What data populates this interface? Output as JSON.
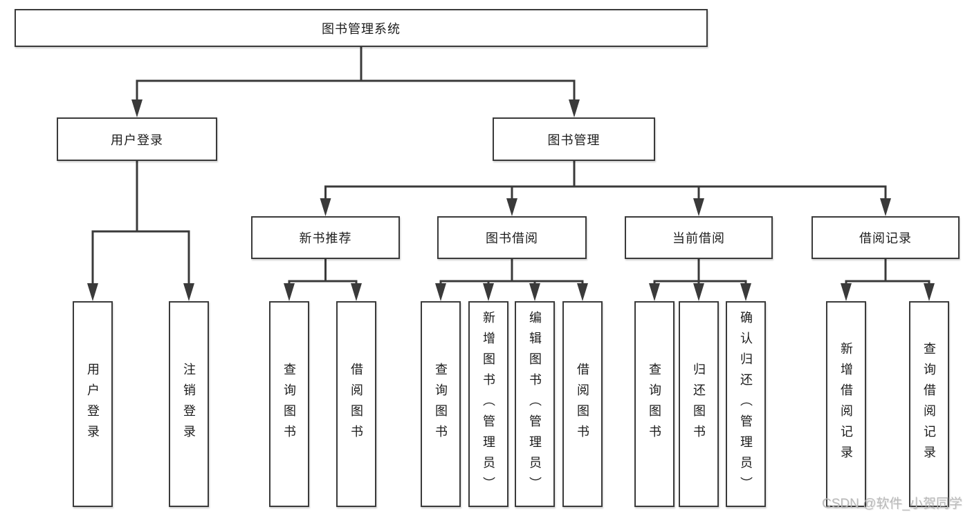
{
  "diagram_type": "hierarchy-tree",
  "tree": {
    "root": {
      "label": "图书管理系统"
    },
    "branches": [
      {
        "label": "用户登录",
        "leaves": [
          {
            "label": "用户登录"
          },
          {
            "label": "注销登录"
          }
        ]
      },
      {
        "label": "图书管理",
        "groups": [
          {
            "label": "新书推荐",
            "leaves": [
              {
                "label": "查询图书"
              },
              {
                "label": "借阅图书"
              }
            ]
          },
          {
            "label": "图书借阅",
            "leaves": [
              {
                "label": "查询图书"
              },
              {
                "label": "新增图书（管理员）"
              },
              {
                "label": "编辑图书（管理员）"
              },
              {
                "label": "借阅图书"
              }
            ]
          },
          {
            "label": "当前借阅",
            "leaves": [
              {
                "label": "查询图书"
              },
              {
                "label": "归还图书"
              },
              {
                "label": "确认归还（管理员）"
              }
            ]
          },
          {
            "label": "借阅记录",
            "leaves": [
              {
                "label": "新增借阅记录"
              },
              {
                "label": "查询借阅记录"
              }
            ]
          }
        ]
      }
    ]
  },
  "watermark": {
    "text": "CSDN @软件_小贺同学"
  },
  "colors": {
    "line": "#3a3a3a",
    "box_border": "#3a3a3a",
    "text": "#1c1c1c",
    "watermark": "#b9b9b9",
    "background": "#ffffff"
  }
}
